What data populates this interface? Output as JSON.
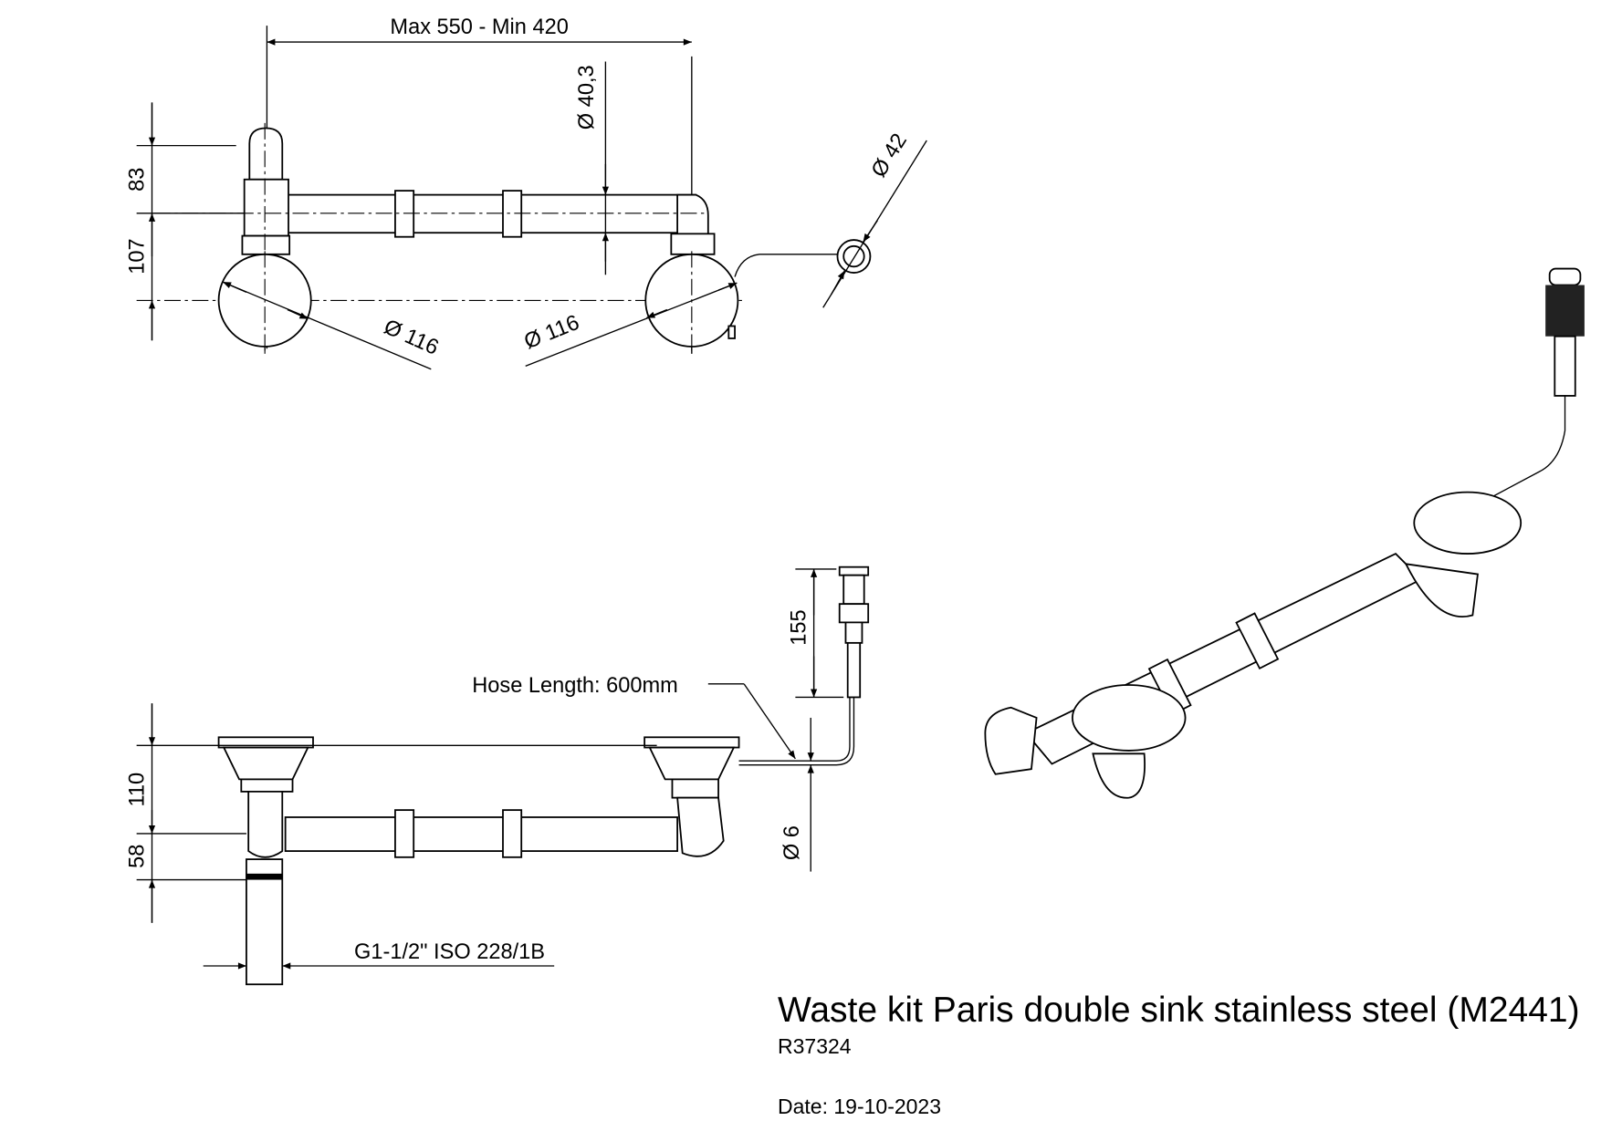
{
  "title": "Waste kit Paris double sink stainless steel (M2441)",
  "code": "R37324",
  "date": "Date: 19-10-2023",
  "top_view": {
    "span": "Max 550 - Min 420",
    "pipe_diameter": "Ø 40,3",
    "popup_diameter": "Ø 42",
    "left_strainer_diameter": "Ø 116",
    "right_strainer_diameter": "Ø 116",
    "height_upper": "83",
    "height_lower": "107"
  },
  "side_view": {
    "hose_length": "Hose Length: 600mm",
    "popup_height": "155",
    "hose_diameter": "Ø 6",
    "height_upper": "110",
    "height_lower": "58",
    "thread": "G1-1/2\" ISO 228/1B"
  }
}
